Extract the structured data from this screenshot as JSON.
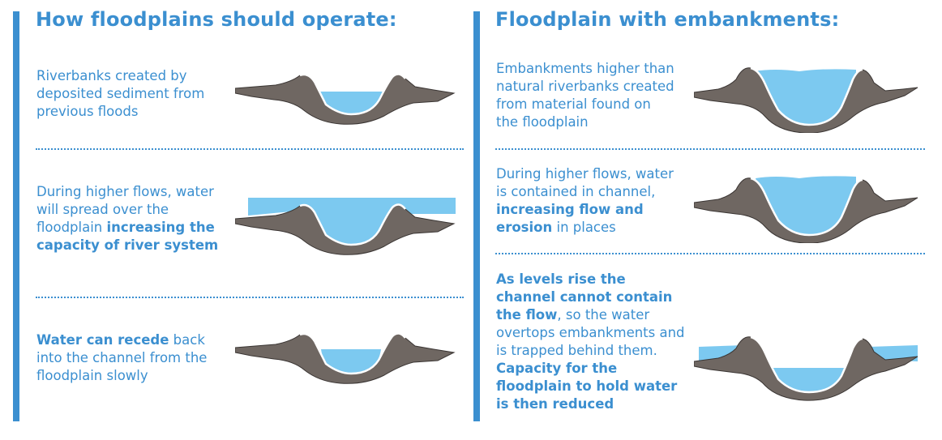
{
  "colors": {
    "accent": "#3b8fd0",
    "water": "#7cc9f0",
    "bank": "#6f6762",
    "bank_edge": "#3a3533"
  },
  "left": {
    "title": "How floodplains should operate:",
    "panels": [
      {
        "text": [
          {
            "t": "Riverbanks created by deposited sediment from previous floods",
            "b": false
          }
        ]
      },
      {
        "text": [
          {
            "t": "During higher flows, water will spread over the floodplain ",
            "b": false
          },
          {
            "t": "increasing the capacity of river system",
            "b": true
          }
        ]
      },
      {
        "text": [
          {
            "t": "Water can recede",
            "b": true
          },
          {
            "t": " back into the channel from the floodplain slowly",
            "b": false
          }
        ]
      }
    ]
  },
  "right": {
    "title": "Floodplain with embankments:",
    "panels": [
      {
        "text": [
          {
            "t": "Embankments higher than natural riverbanks created from material found on the floodplain",
            "b": false
          }
        ]
      },
      {
        "text": [
          {
            "t": "During higher flows, water is contained in channel, ",
            "b": false
          },
          {
            "t": "increasing flow and erosion",
            "b": true
          },
          {
            "t": " in places",
            "b": false
          }
        ]
      },
      {
        "text": [
          {
            "t": "As levels rise the channel cannot contain the flow",
            "b": true
          },
          {
            "t": ", so the water overtops embankments and is trapped behind them. ",
            "b": false
          },
          {
            "t": "Capacity for the floodplain to hold water is then reduced",
            "b": true
          }
        ]
      }
    ]
  }
}
